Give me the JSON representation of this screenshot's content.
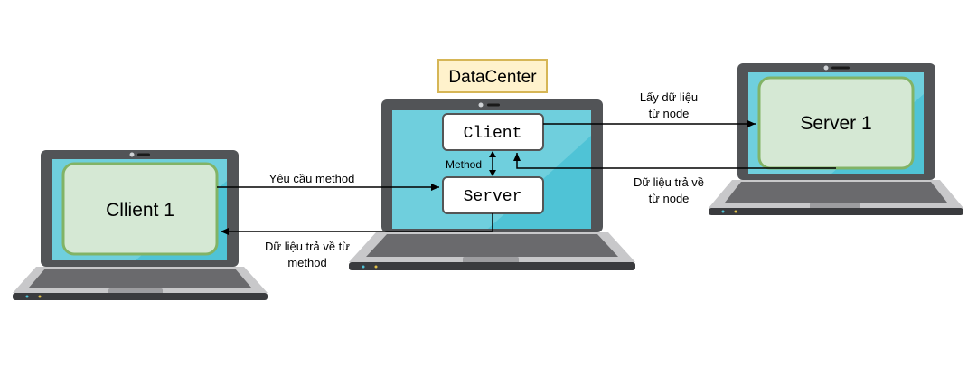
{
  "diagram": {
    "datacenter_label": "DataCenter",
    "client_box": "Client",
    "server_box": "Server",
    "method_label": "Method",
    "client1_label": "Cllient 1",
    "server1_label": "Server 1",
    "edges": {
      "request_line": "Yêu cầu method",
      "response_line1": "Dữ liệu trả về từ",
      "response_line2": "method",
      "fetch_line1": "Lấy dữ liệu",
      "fetch_line2": "từ node",
      "return_line1": "Dữ liệu trả về",
      "return_line2": "từ node"
    }
  },
  "colors": {
    "screen": "#4fc3d6",
    "screen_highlight": "#8ad8e4",
    "bezel": "#525457",
    "base": "#c8c8ca",
    "keyboard": "#6a6a6d",
    "node_fill": "#d5e8d4",
    "node_stroke": "#82b366",
    "label_fill": "#fff2cc",
    "label_stroke": "#d6b656"
  }
}
